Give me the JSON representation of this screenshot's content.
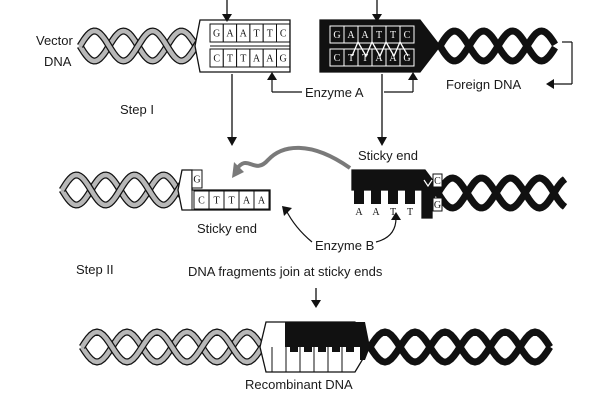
{
  "labels": {
    "vector_dna_line1": "Vector",
    "vector_dna_line2": "DNA",
    "step_1": "Step I",
    "enzyme_a": "Enzyme A",
    "foreign_dna": "Foreign DNA",
    "sticky_end_top": "Sticky end",
    "sticky_end_left": "Sticky end",
    "enzyme_b": "Enzyme B",
    "step_2": "Step II",
    "join_caption": "DNA fragments join at sticky ends",
    "recombinant_dna": "Recombinant DNA"
  },
  "sequences": {
    "vector_top": [
      "G",
      "A",
      "A",
      "T",
      "T",
      "C"
    ],
    "vector_bottom": [
      "C",
      "T",
      "T",
      "A",
      "A",
      "G"
    ],
    "foreign_top": [
      "G",
      "A",
      "A",
      "T",
      "T",
      "C"
    ],
    "foreign_bottom": [
      "C",
      "T",
      "T",
      "A",
      "A",
      "G"
    ],
    "cut_vector_top": [
      "G"
    ],
    "cut_vector_bottom": [
      "C",
      "T",
      "T",
      "A",
      "A"
    ],
    "cut_foreign_bottom": [
      "A",
      "A",
      "T",
      "T"
    ],
    "cut_foreign_right": [
      "C",
      "G"
    ]
  },
  "colors": {
    "vector_strand": "#b8b8b8",
    "foreign_strand": "#111111",
    "join_arrow": "#7a7a7a"
  }
}
